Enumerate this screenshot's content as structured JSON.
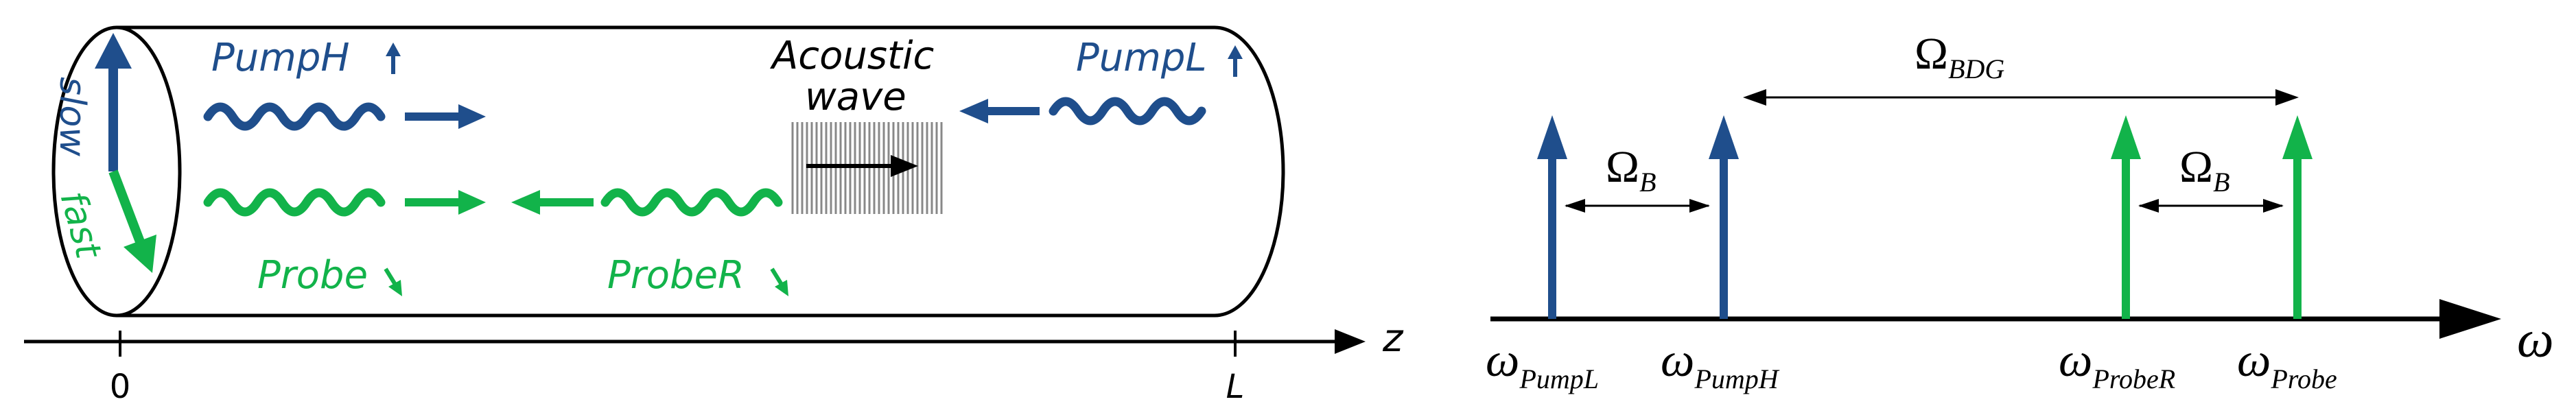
{
  "left_panel": {
    "axis_label": "z",
    "tick_start": "0",
    "tick_end": "L",
    "polarization": {
      "slow": "slow",
      "fast": "fast"
    },
    "waves": {
      "pump_h": "PumpH",
      "pump_l": "PumpL",
      "probe": "Probe",
      "probe_r": "ProbeR",
      "acoustic_line1": "Acoustic",
      "acoustic_line2": "wave"
    }
  },
  "right_panel": {
    "axis_label": "ω",
    "omega_symbol": "ω",
    "Omega_symbol": "Ω",
    "subscripts": {
      "pump_l": "PumpL",
      "pump_h": "PumpH",
      "probe_r": "ProbeR",
      "probe": "Probe",
      "brillouin": "B",
      "bdg": "BDG"
    }
  },
  "colors": {
    "blue": "#1f4e8c",
    "green": "#12b34a",
    "black": "#000000",
    "grating": "#888888"
  }
}
